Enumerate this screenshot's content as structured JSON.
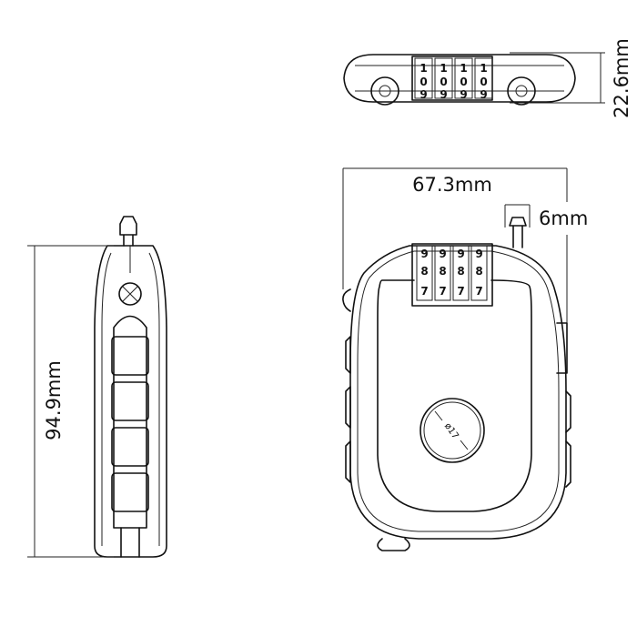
{
  "dimensions": {
    "height": "94.9mm",
    "width": "67.3mm",
    "depth": "22.6mm",
    "shackle": "6mm",
    "button_diameter": "ø17"
  },
  "dial": {
    "top_view_digits": [
      "1",
      "1",
      "1",
      "1",
      "0",
      "0",
      "0",
      "0",
      "9",
      "9",
      "9",
      "9"
    ],
    "front_view_digits": [
      "9",
      "9",
      "9",
      "9",
      "8",
      "8",
      "8",
      "8",
      "7",
      "7",
      "7",
      "7"
    ]
  }
}
